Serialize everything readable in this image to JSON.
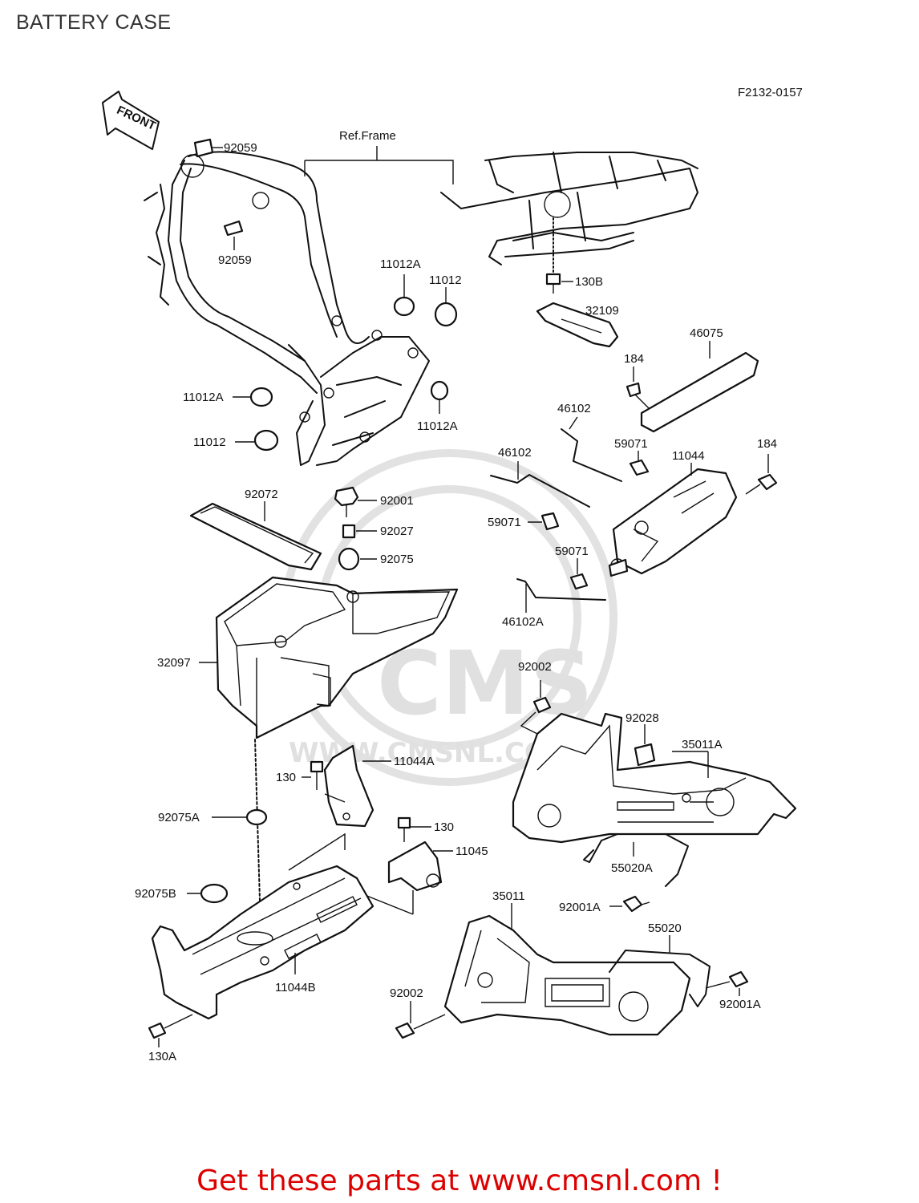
{
  "page": {
    "title": "BATTERY CASE",
    "figure_code": "F2132-0157",
    "front_arrow": "FRONT",
    "ref_frame": "Ref.Frame",
    "watermark_brand": "CMS",
    "watermark_url": "WWW.CMSNL.COM",
    "footer": "Get these parts at www.cmsnl.com !"
  },
  "parts": {
    "p92059a": "92059",
    "p92059b": "92059",
    "p11012A_1": "11012A",
    "p11012_1": "11012",
    "p11012A_2": "11012A",
    "p11012_2": "11012",
    "p11012A_3": "11012A",
    "p130B": "130B",
    "p32109": "32109",
    "p46075": "46075",
    "p184_1": "184",
    "p46102_1": "46102",
    "p59071_1": "59071",
    "p11044": "11044",
    "p184_2": "184",
    "p46102_2": "46102",
    "p92072": "92072",
    "p92001": "92001",
    "p92027": "92027",
    "p92075": "92075",
    "p59071_2": "59071",
    "p59071_3": "59071",
    "p46102A": "46102A",
    "p32097": "32097",
    "p92002_1": "92002",
    "p92028": "92028",
    "p35011A": "35011A",
    "p11044A": "11044A",
    "p130_1": "130",
    "p92075A": "92075A",
    "p130_2": "130",
    "p11045": "11045",
    "p55020A": "55020A",
    "p92075B": "92075B",
    "p35011": "35011",
    "p92001A_1": "92001A",
    "p55020": "55020",
    "p11044B": "11044B",
    "p92002_2": "92002",
    "p92001A_2": "92001A",
    "p130A": "130A"
  }
}
